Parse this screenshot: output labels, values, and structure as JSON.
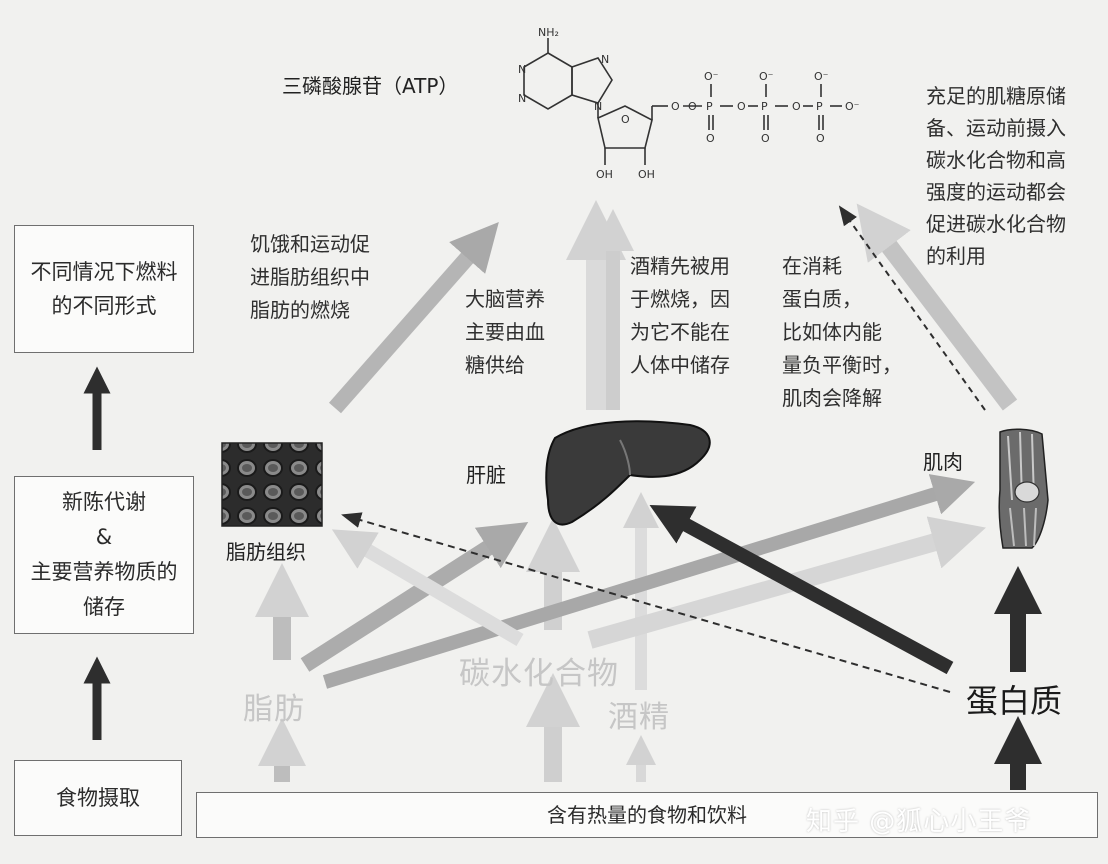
{
  "left_column": {
    "top_box": "不同情况下燃料\n的不同形式",
    "middle_box": "新陈代谢\n&\n主要营养物质的\n储存",
    "bottom_box": "食物摄取"
  },
  "bottom_bar": "含有热量的食物和饮料",
  "atp": {
    "title": "三磷酸腺苷（ATP）",
    "structure_labels": [
      "NH₂",
      "N",
      "N",
      "N",
      "N",
      "O",
      "O",
      "OH",
      "OH",
      "O⁻",
      "O⁻",
      "O⁻",
      "O⁻",
      "P",
      "P",
      "P",
      "O",
      "O",
      "O",
      "O",
      "O",
      "O"
    ]
  },
  "notes": {
    "fat_burning": "饥饿和运动促\n进脂肪组织中\n脂肪的燃烧",
    "brain": "大脑营养\n主要由血\n糖供给",
    "alcohol": "酒精先被用\n于燃烧，因\n为它不能在\n人体中储存",
    "muscle_protein": "在消耗\n蛋白质，\n比如体内能\n量负平衡时，\n肌肉会降解",
    "glycogen": "充足的肌糖原储\n备、运动前摄入\n碳水化合物和高\n强度的运动都会\n促进碳水化合物\n的利用"
  },
  "organs": {
    "adipose": "脂肪组织",
    "liver": "肝脏",
    "muscle": "肌肉"
  },
  "nutrients": {
    "fat": "脂肪",
    "carbs": "碳水化合物",
    "alcohol": "酒精",
    "protein": "蛋白质"
  },
  "watermark": "知乎 @狐心小王爷",
  "colors": {
    "background": "#f1f1ef",
    "arrow_dark": "#2e2e2e",
    "arrow_mid": "#a9a9a9",
    "arrow_light": "#d0d0d0",
    "liver": "#3a3a3a"
  }
}
